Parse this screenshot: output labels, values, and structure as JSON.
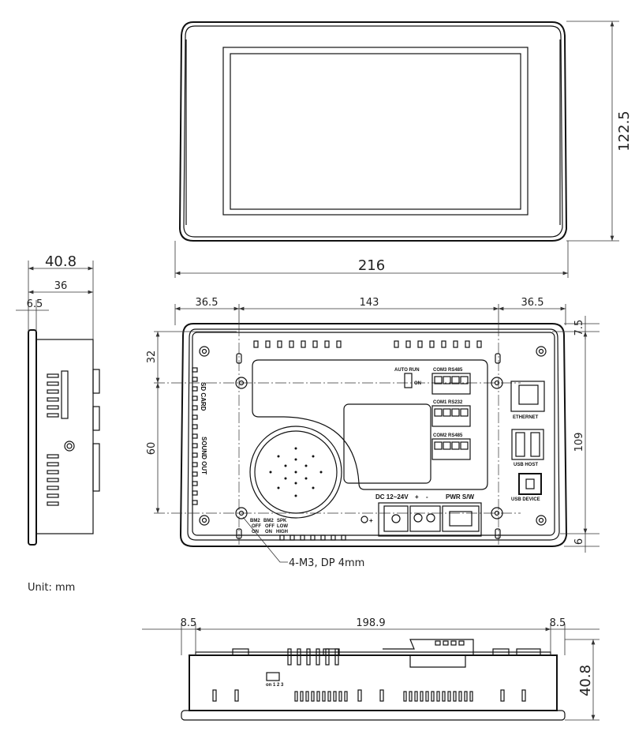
{
  "front_view": {
    "width_dim": "216",
    "height_dim": "122.5"
  },
  "side_view": {
    "depth_total_dim": "40.8",
    "depth_body_dim": "36",
    "bezel_dim": "6.5"
  },
  "rear_view": {
    "left_margin_dim": "36.5",
    "hole_span_dim": "143",
    "right_margin_dim": "36.5",
    "top_offset_dim": "7.5",
    "hole_top_dim": "32",
    "hole_vertical_dim": "60",
    "body_height_dim": "109",
    "bottom_offset_dim": "6",
    "mount_note": "4-M3, DP 4mm",
    "labels": {
      "auto_run": "AUTO RUN",
      "on": "ON",
      "com3": "COM3 RS485",
      "com1": "COM1 RS232",
      "com2": "COM2 RS485",
      "ethernet": "ETHERNET",
      "usb_host": "USB HOST",
      "usb_device": "USB DEVICE",
      "dc": "DC 12~24V",
      "plus": "+",
      "minus": "-",
      "pwr": "PWR S/W",
      "sd_card": "SD CARD",
      "sound_out": "SOUND OUT",
      "bm2a": "BM2",
      "bm2b": "BM2",
      "spk": "SPK",
      "off": "OFF",
      "on_small": "ON",
      "low": "LOW",
      "high": "HIGH"
    }
  },
  "unit_note": "Unit: mm",
  "bottom_view": {
    "left_dim": "8.5",
    "span_dim": "198.9",
    "right_dim": "8.5",
    "height_dim": "40.8",
    "dip_label": "on 1 2 3"
  }
}
